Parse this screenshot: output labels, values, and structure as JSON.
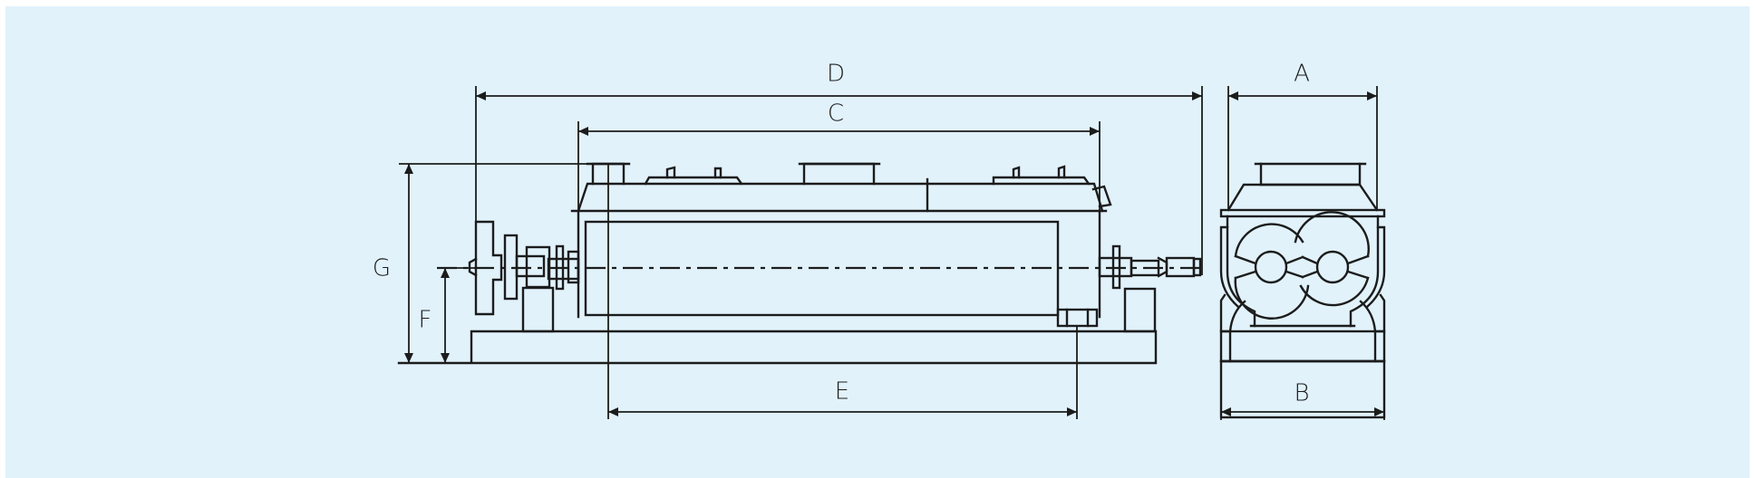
{
  "colors": {
    "background": "#e1f2fb",
    "line": "#1c1c1c"
  },
  "dimension_labels": {
    "A": "A",
    "B": "B",
    "C": "C",
    "D": "D",
    "E": "E",
    "F": "F",
    "G": "G"
  }
}
